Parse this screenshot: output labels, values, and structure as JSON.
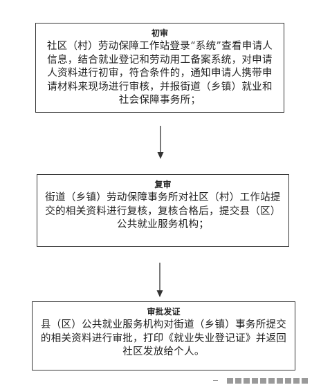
{
  "flowchart": {
    "steps": [
      {
        "title": "初审",
        "body": "社区（村）劳动保障工作站登录“系统”查看申请人信息，结合就业登记和劳动用工备案系统，对申请人资料进行初审，符合条件的，通知申请人携带申请材料来现场进行审核，并报街道（乡镇）就业和社会保障事务所；"
      },
      {
        "title": "复审",
        "body": "街道（乡镇）劳动保障事务所对社区（村）工作站提交的相关资料进行复核，复核合格后，提交县（区）公共就业服务机构；"
      },
      {
        "title": "审批发证",
        "body": "县（区）公共就业服务机构对街道（乡镇）事务所提交的相关资料进行审批，打印《就业失业登记证》并返回社区发放给个人。"
      }
    ],
    "arrow_icon": "arrow-down-icon",
    "colors": {
      "border": "#333333",
      "text": "#222222",
      "arrow": "#333333",
      "watermark": "#9a9a9a"
    }
  }
}
